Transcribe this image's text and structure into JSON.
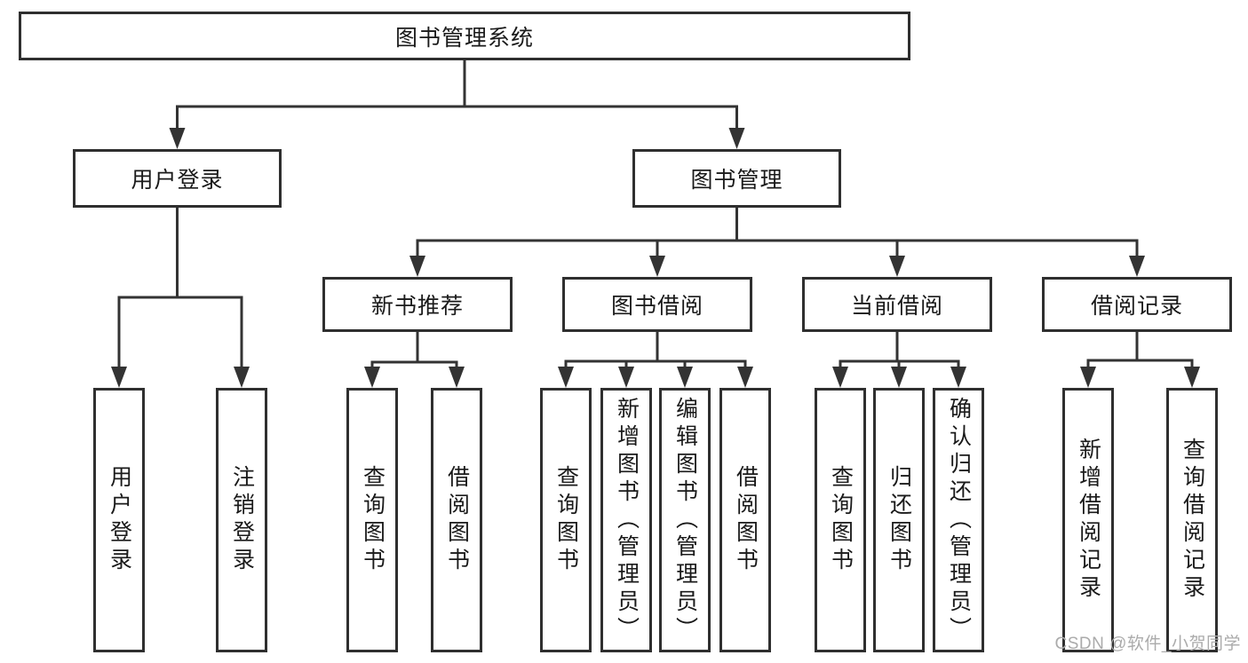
{
  "nodes": [
    {
      "id": "root",
      "label": "图书管理系统",
      "parent": null
    },
    {
      "id": "login",
      "label": "用户登录",
      "parent": "root"
    },
    {
      "id": "mgmt",
      "label": "图书管理",
      "parent": "root"
    },
    {
      "id": "login-user",
      "label": "用户登录",
      "parent": "login"
    },
    {
      "id": "login-logout",
      "label": "注销登录",
      "parent": "login"
    },
    {
      "id": "rec",
      "label": "新书推荐",
      "parent": "mgmt"
    },
    {
      "id": "borrow",
      "label": "图书借阅",
      "parent": "mgmt"
    },
    {
      "id": "current",
      "label": "当前借阅",
      "parent": "mgmt"
    },
    {
      "id": "records",
      "label": "借阅记录",
      "parent": "mgmt"
    },
    {
      "id": "rec-query",
      "label": "查询图书",
      "parent": "rec"
    },
    {
      "id": "rec-borrow",
      "label": "借阅图书",
      "parent": "rec"
    },
    {
      "id": "borrow-query",
      "label": "查询图书",
      "parent": "borrow"
    },
    {
      "id": "borrow-add",
      "label": "新增图书（管理员）",
      "parent": "borrow"
    },
    {
      "id": "borrow-edit",
      "label": "编辑图书（管理员）",
      "parent": "borrow"
    },
    {
      "id": "borrow-lend",
      "label": "借阅图书",
      "parent": "borrow"
    },
    {
      "id": "current-query",
      "label": "查询图书",
      "parent": "current"
    },
    {
      "id": "current-return",
      "label": "归还图书",
      "parent": "current"
    },
    {
      "id": "current-confirm",
      "label": "确认归还（管理员）",
      "parent": "current"
    },
    {
      "id": "records-add",
      "label": "新增借阅记录",
      "parent": "records"
    },
    {
      "id": "records-query",
      "label": "查询借阅记录",
      "parent": "records"
    }
  ],
  "watermark": "CSDN @软件_小贺同学",
  "colors": {
    "line": "#333333",
    "border": "#2f2f2f",
    "text": "#1a1a1a",
    "watermark": "#ababab",
    "background": "#ffffff"
  }
}
